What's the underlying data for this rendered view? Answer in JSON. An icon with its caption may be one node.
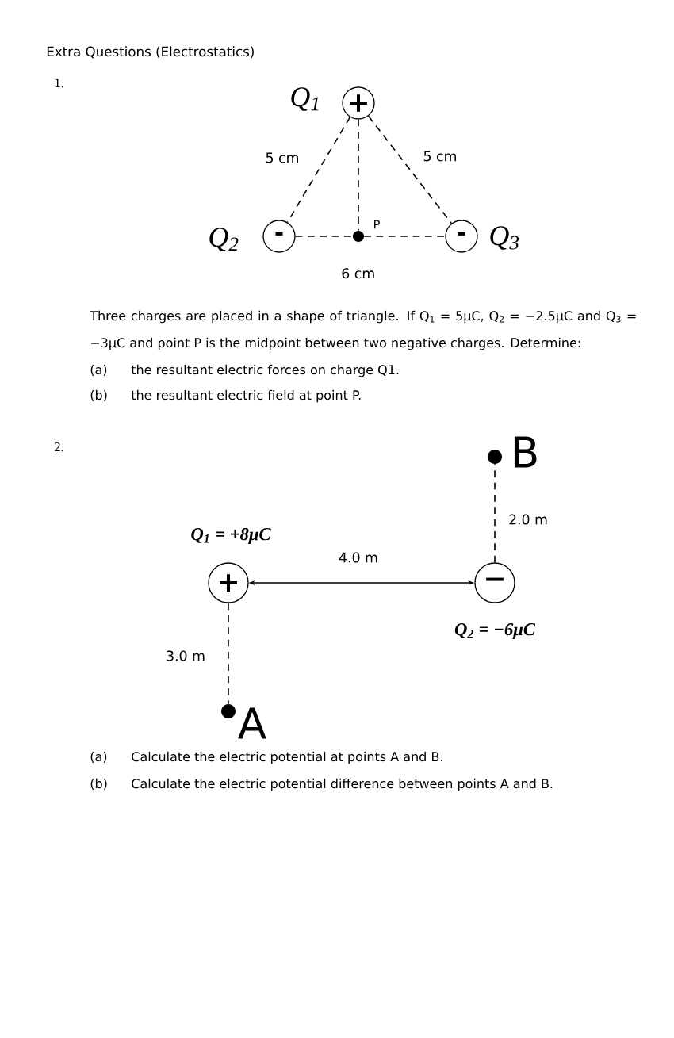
{
  "diagram": {
    "title": "Extra Questions (Electrostatics)",
    "nodes": [
      {
        "text": [
          "+"
        ],
        "beside": [
          "Q$_{1}$"
        ]
      },
      {
        "text": [
          "-"
        ],
        "beside": [
          "Q$_{2}$"
        ]
      },
      {
        "text": [],
        "shape": "circle",
        "beside": [
          "P"
        ]
      },
      {
        "text": [
          "-"
        ],
        "beside": [
          "Q$_{3}$"
        ]
      },
      {
        "text": [
          "+"
        ],
        "beside": [
          "Q$_{1}$ = +8μC"
        ]
      },
      {
        "text": [
          "−"
        ],
        "beside": [
          "Q$_{2}$ = −6μC"
        ]
      },
      {
        "text": [],
        "shape": "circle",
        "beside": [
          "B"
        ]
      },
      {
        "text": [],
        "shape": "circle",
        "beside": [
          "A"
        ]
      }
    ],
    "edges": [
      {
        "from": 0,
        "to": 1,
        "arrow": "none",
        "style": "dashed",
        "label": "5 cm"
      },
      {
        "from": 0,
        "to": 3,
        "arrow": "none",
        "style": "dashed",
        "label": "5 cm"
      },
      {
        "from": 0,
        "to": 2,
        "arrow": "none",
        "style": "dashed"
      },
      {
        "from": 1,
        "to": 2,
        "arrow": "none",
        "style": "dashed"
      },
      {
        "from": 2,
        "to": 3,
        "arrow": "none",
        "style": "dashed"
      },
      {
        "from": 4,
        "to": 5,
        "arrow": "both",
        "label": "4.0 m"
      },
      {
        "from": 5,
        "to": 6,
        "arrow": "none",
        "style": "dashed",
        "label": "2.0 m"
      },
      {
        "from": 4,
        "to": 7,
        "arrow": "none",
        "style": "dashed",
        "label": "3.0 m"
      }
    ],
    "labels": [
      "1.",
      "6 cm",
      "Three charges are placed in a shape of triangle. If Q$_{1}$ = 5μC, Q$_{2}$ = −2.5μC and Q$_{3}$ = −3μC and point P is the midpoint between two negative charges. Determine:",
      "(a)",
      "the resultant electric forces on charge Q1.",
      "(b)",
      "the resultant electric field at point P.",
      "2.",
      "(a)",
      "Calculate the electric potential at points A and B.",
      "(b)",
      "Calculate the electric potential difference between points A and B."
    ]
  }
}
